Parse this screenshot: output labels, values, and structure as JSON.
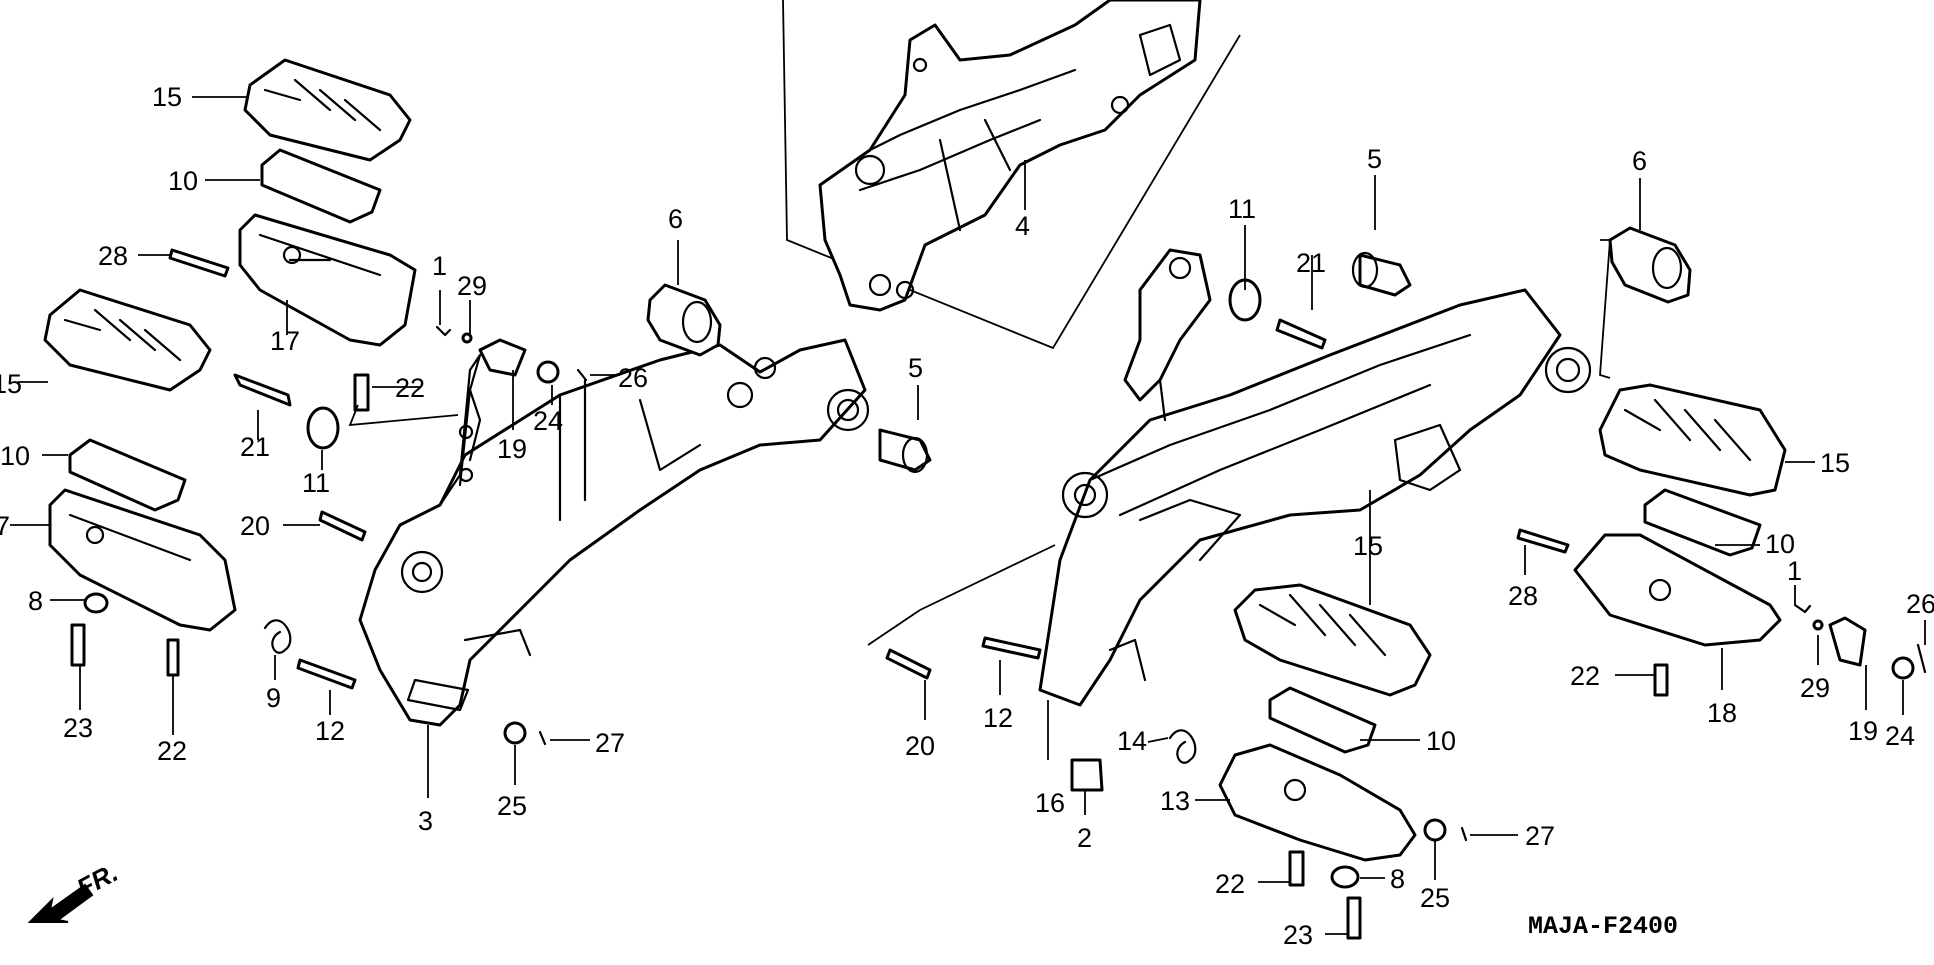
{
  "diagram_code": "MAJA-F2400",
  "direction_label": "FR.",
  "callouts": [
    {
      "id": "c15a",
      "text": "15"
    },
    {
      "id": "c10a",
      "text": "10"
    },
    {
      "id": "c28a",
      "text": "28"
    },
    {
      "id": "c1a",
      "text": "1"
    },
    {
      "id": "c29a",
      "text": "29"
    },
    {
      "id": "c17a",
      "text": "17"
    },
    {
      "id": "c6a",
      "text": "6"
    },
    {
      "id": "c15b",
      "text": "15"
    },
    {
      "id": "c22a",
      "text": "22"
    },
    {
      "id": "c26a",
      "text": "26"
    },
    {
      "id": "c10b",
      "text": "10"
    },
    {
      "id": "c21a",
      "text": "21"
    },
    {
      "id": "c11a",
      "text": "11"
    },
    {
      "id": "c19a",
      "text": "19"
    },
    {
      "id": "c24a",
      "text": "24"
    },
    {
      "id": "c5a",
      "text": "5"
    },
    {
      "id": "c7a",
      "text": "7"
    },
    {
      "id": "c20a",
      "text": "20"
    },
    {
      "id": "c8a",
      "text": "8"
    },
    {
      "id": "c23a",
      "text": "23"
    },
    {
      "id": "c22b",
      "text": "22"
    },
    {
      "id": "c9a",
      "text": "9"
    },
    {
      "id": "c12a",
      "text": "12"
    },
    {
      "id": "c27a",
      "text": "27"
    },
    {
      "id": "c25a",
      "text": "25"
    },
    {
      "id": "c3a",
      "text": "3"
    },
    {
      "id": "c4a",
      "text": "4"
    },
    {
      "id": "c11b",
      "text": "11"
    },
    {
      "id": "c5b",
      "text": "5"
    },
    {
      "id": "c21b",
      "text": "21"
    },
    {
      "id": "c6b",
      "text": "6"
    },
    {
      "id": "c15c",
      "text": "15"
    },
    {
      "id": "c10c",
      "text": "10"
    },
    {
      "id": "c28b",
      "text": "28"
    },
    {
      "id": "c1b",
      "text": "1"
    },
    {
      "id": "c26b",
      "text": "26"
    },
    {
      "id": "c15d",
      "text": "15"
    },
    {
      "id": "c22c",
      "text": "22"
    },
    {
      "id": "c29b",
      "text": "29"
    },
    {
      "id": "c18a",
      "text": "18"
    },
    {
      "id": "c19b",
      "text": "19"
    },
    {
      "id": "c24b",
      "text": "24"
    },
    {
      "id": "c20b",
      "text": "20"
    },
    {
      "id": "c12b",
      "text": "12"
    },
    {
      "id": "c14a",
      "text": "14"
    },
    {
      "id": "c10d",
      "text": "10"
    },
    {
      "id": "c16a",
      "text": "16"
    },
    {
      "id": "c2a",
      "text": "2"
    },
    {
      "id": "c13a",
      "text": "13"
    },
    {
      "id": "c27b",
      "text": "27"
    },
    {
      "id": "c22d",
      "text": "22"
    },
    {
      "id": "c8b",
      "text": "8"
    },
    {
      "id": "c25b",
      "text": "25"
    },
    {
      "id": "c23b",
      "text": "23"
    }
  ]
}
